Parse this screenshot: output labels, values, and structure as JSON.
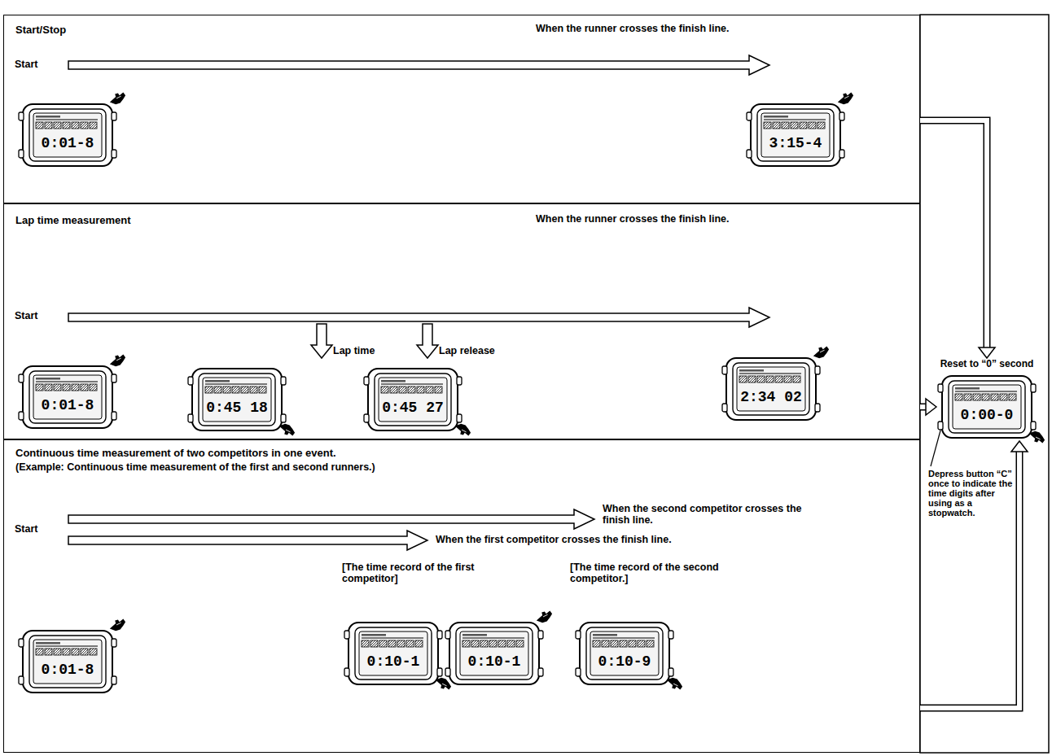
{
  "diagram": {
    "nodes": [
      {
        "text": [
          "Start/Stop"
        ]
      },
      {
        "text": [
          "0:01-8"
        ],
        "in": 0
      },
      {
        "text": [
          "3:15-4"
        ],
        "in": 0
      },
      {
        "text": [
          "Lap time measurement"
        ]
      },
      {
        "text": [
          "0:01-8"
        ],
        "in": 3
      },
      {
        "text": [
          "0:45 18"
        ],
        "in": 3
      },
      {
        "text": [
          "0:45 27"
        ],
        "in": 3
      },
      {
        "text": [
          "2:34 02"
        ],
        "in": 3
      },
      {
        "text": [
          "Continuous time measurement of two competitors in one event.",
          "(Example: Continuous time measurement of the first and second runners.)"
        ]
      },
      {
        "text": [
          "0:01-8"
        ],
        "in": 8
      },
      {
        "text": [
          "0:10-1"
        ],
        "in": 8
      },
      {
        "text": [
          "0:10-1"
        ],
        "in": 8
      },
      {
        "text": [
          "0:10-9"
        ],
        "in": 8
      },
      {
        "text": [
          "Reset to “0” second",
          "0:00-0"
        ]
      }
    ],
    "edges": [
      {
        "from": 0,
        "to": 13,
        "arrow": "to"
      },
      {
        "from": 3,
        "to": 13,
        "arrow": "to"
      },
      {
        "from": 8,
        "to": 13,
        "arrow": "to"
      }
    ],
    "labels": [
      "When the runner crosses the finish line.",
      "Start",
      "When the runner crosses the finish line.",
      "Start",
      "Lap time",
      "Lap release",
      "When the second competitor crosses the finish line.",
      "Start",
      "When the first competitor crosses the finish line.",
      "[The time record of the first competitor]",
      "[The time record of the second competitor.]",
      "Depress button “C” once to indicate the time digits after using as a stopwatch."
    ]
  }
}
